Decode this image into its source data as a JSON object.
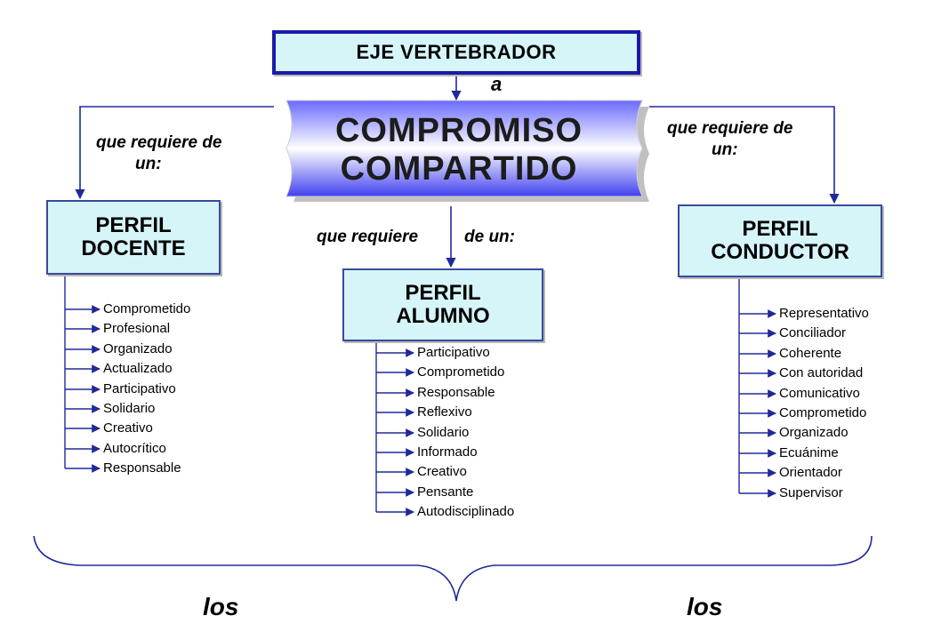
{
  "eje": {
    "text": "EJE VERTEBRADOR"
  },
  "connector_a": "a",
  "compromiso": {
    "line1": "COMPROMISO",
    "line2": "COMPARTIDO"
  },
  "requiere_left": {
    "line1": "que requiere de",
    "line2": "un:"
  },
  "requiere_right": {
    "line1": "que requiere de",
    "line2": "un:"
  },
  "requiere_center": {
    "part1": "que requiere",
    "part2": "de un:"
  },
  "perfil_docente": {
    "line1": "PERFIL",
    "line2": "DOCENTE"
  },
  "perfil_alumno": {
    "line1": "PERFIL",
    "line2": "ALUMNO"
  },
  "perfil_conductor": {
    "line1": "PERFIL",
    "line2": "CONDUCTOR"
  },
  "lists": {
    "docente": [
      "Comprometido",
      "Profesional",
      "Organizado",
      "Actualizado",
      "Participativo",
      "Solidario",
      "Creativo",
      "Autocrítico",
      "Responsable"
    ],
    "alumno": [
      "Participativo",
      "Comprometido",
      "Responsable",
      "Reflexivo",
      "Solidario",
      "Informado",
      "Creativo",
      "Pensante",
      "Autodisciplinado"
    ],
    "conductor": [
      "Representativo",
      "Conciliador",
      "Coherente",
      "Con autoridad",
      "Comunicativo",
      "Comprometido",
      "Organizado",
      "Ecuánime",
      "Orientador",
      "Supervisor"
    ]
  },
  "bottom": {
    "left": "los",
    "right": "los"
  },
  "colors": {
    "box_fill": "#d5f5f9",
    "box_border": "#3a4a9c",
    "eje_border": "#1a1aa8",
    "arrow": "#1f2a9a",
    "banner_light": "#ffffff",
    "banner_dark": "#4040ff"
  }
}
